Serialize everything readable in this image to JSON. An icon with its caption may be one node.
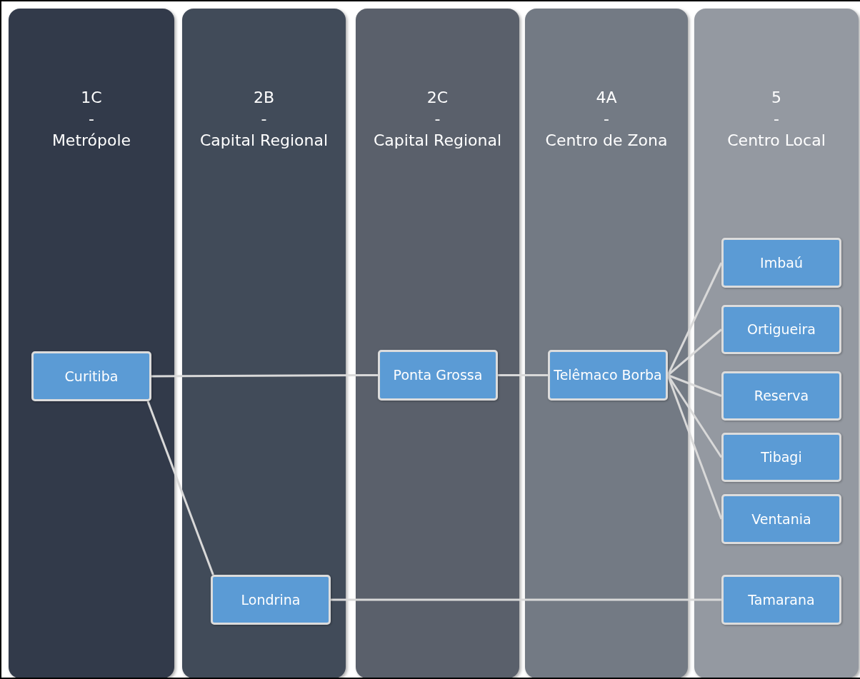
{
  "diagram": {
    "nodes": [
      {
        "text": [
          "1C",
          "-",
          "Metrópole"
        ]
      },
      {
        "text": [
          "2B",
          "-",
          "Capital Regional"
        ]
      },
      {
        "text": [
          "2C",
          "-",
          "Capital Regional"
        ]
      },
      {
        "text": [
          "4A",
          "-",
          "Centro de Zona"
        ]
      },
      {
        "text": [
          "5",
          "-",
          "Centro Local"
        ]
      },
      {
        "text": [
          "Curitiba"
        ],
        "in": 0
      },
      {
        "text": [
          "Londrina"
        ],
        "in": 1
      },
      {
        "text": [
          "Ponta Grossa"
        ],
        "in": 2
      },
      {
        "text": [
          "Telêmaco Borba"
        ],
        "in": 3
      },
      {
        "text": [
          "Imbaú"
        ],
        "in": 4
      },
      {
        "text": [
          "Ortigueira"
        ],
        "in": 4
      },
      {
        "text": [
          "Reserva"
        ],
        "in": 4
      },
      {
        "text": [
          "Tibagi"
        ],
        "in": 4
      },
      {
        "text": [
          "Ventania"
        ],
        "in": 4
      },
      {
        "text": [
          "Tamarana"
        ],
        "in": 4
      }
    ],
    "edges": [
      {
        "from": 5,
        "to": 7,
        "arrow": "none"
      },
      {
        "from": 5,
        "to": 6,
        "arrow": "none"
      },
      {
        "from": 7,
        "to": 8,
        "arrow": "none"
      },
      {
        "from": 8,
        "to": 9,
        "arrow": "none"
      },
      {
        "from": 8,
        "to": 10,
        "arrow": "none"
      },
      {
        "from": 8,
        "to": 11,
        "arrow": "none"
      },
      {
        "from": 8,
        "to": 12,
        "arrow": "none"
      },
      {
        "from": 8,
        "to": 13,
        "arrow": "none"
      },
      {
        "from": 6,
        "to": 14,
        "arrow": "none"
      }
    ]
  }
}
